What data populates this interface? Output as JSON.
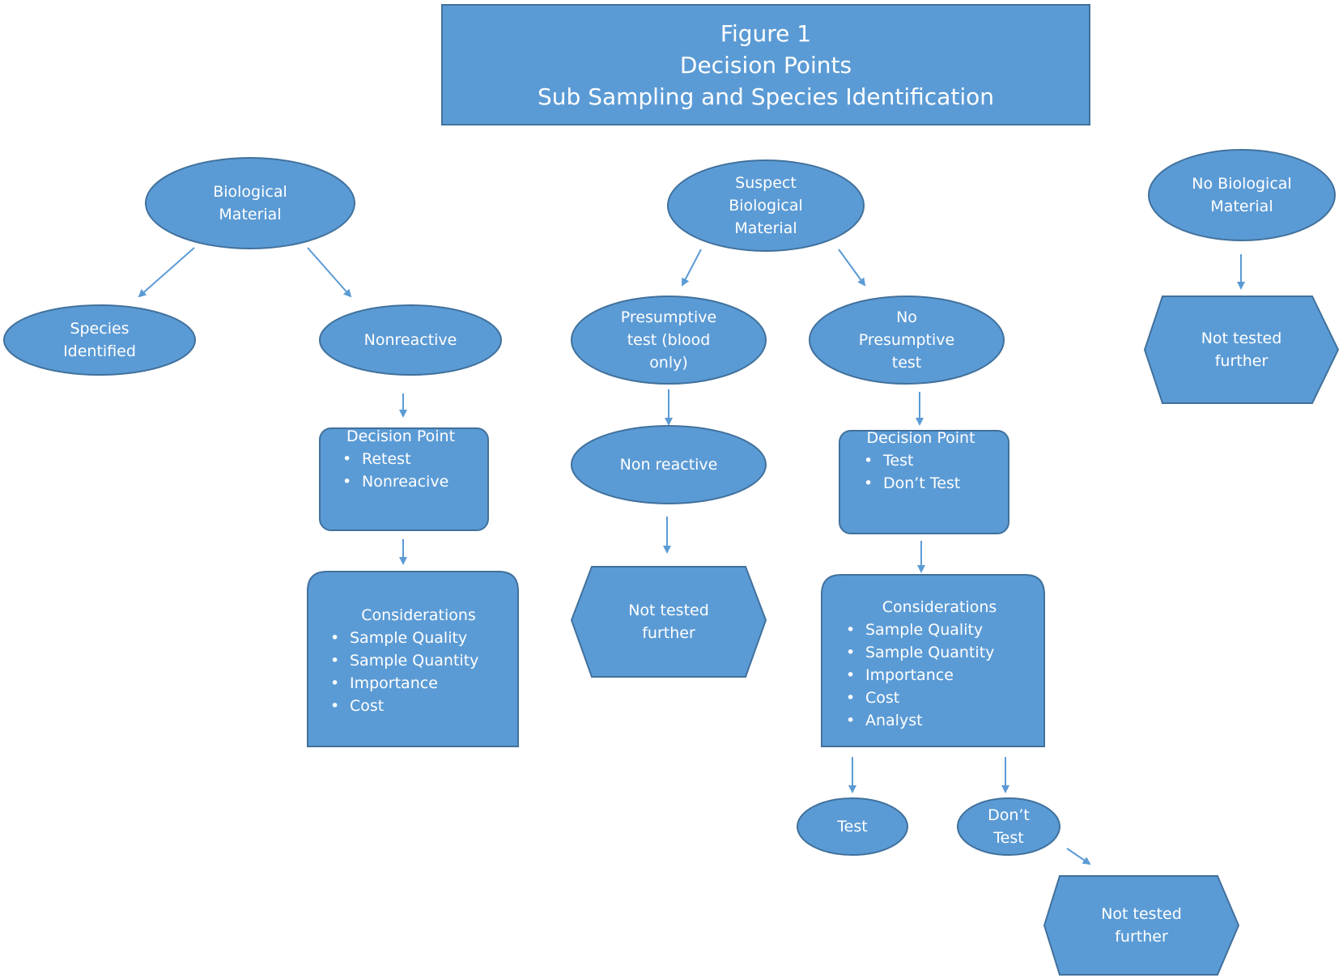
{
  "title": {
    "line1": "Figure 1",
    "line2": "Decision Points",
    "line3": "Sub Sampling and Species Identification"
  },
  "nodes": {
    "biological_material": "Biological\nMaterial",
    "suspect_biological_material": "Suspect\nBiological\nMaterial",
    "no_biological_material": "No Biological\nMaterial",
    "species_identified": "Species\nIdentified",
    "nonreactive": "Nonreactive",
    "presumptive_test": "Presumptive\ntest (blood\nonly)",
    "no_presumptive_test": "No\nPresumptive\ntest",
    "not_tested_further_right": "Not tested\nfurther",
    "non_reactive": "Non reactive",
    "not_tested_further_middle": "Not tested\nfurther",
    "test_leaf": "Test",
    "dont_test_leaf": "Don’t\nTest",
    "not_tested_further_bottom": "Not tested\nfurther"
  },
  "decision_left": {
    "heading": "Decision Point",
    "items": [
      "Retest",
      "Nonreacive"
    ]
  },
  "decision_right": {
    "heading": "Decision Point",
    "items": [
      "Test",
      "Don’t Test"
    ]
  },
  "considerations_left": {
    "heading": "Considerations",
    "items": [
      "Sample Quality",
      "Sample Quantity",
      "Importance",
      "Cost"
    ]
  },
  "considerations_right": {
    "heading": "Considerations",
    "items": [
      "Sample Quality",
      "Sample Quantity",
      "Importance",
      "Cost",
      "Analyst"
    ]
  },
  "colors": {
    "shape_fill": "#5b9bd5",
    "shape_stroke": "#41719c",
    "text": "#ffffff"
  }
}
